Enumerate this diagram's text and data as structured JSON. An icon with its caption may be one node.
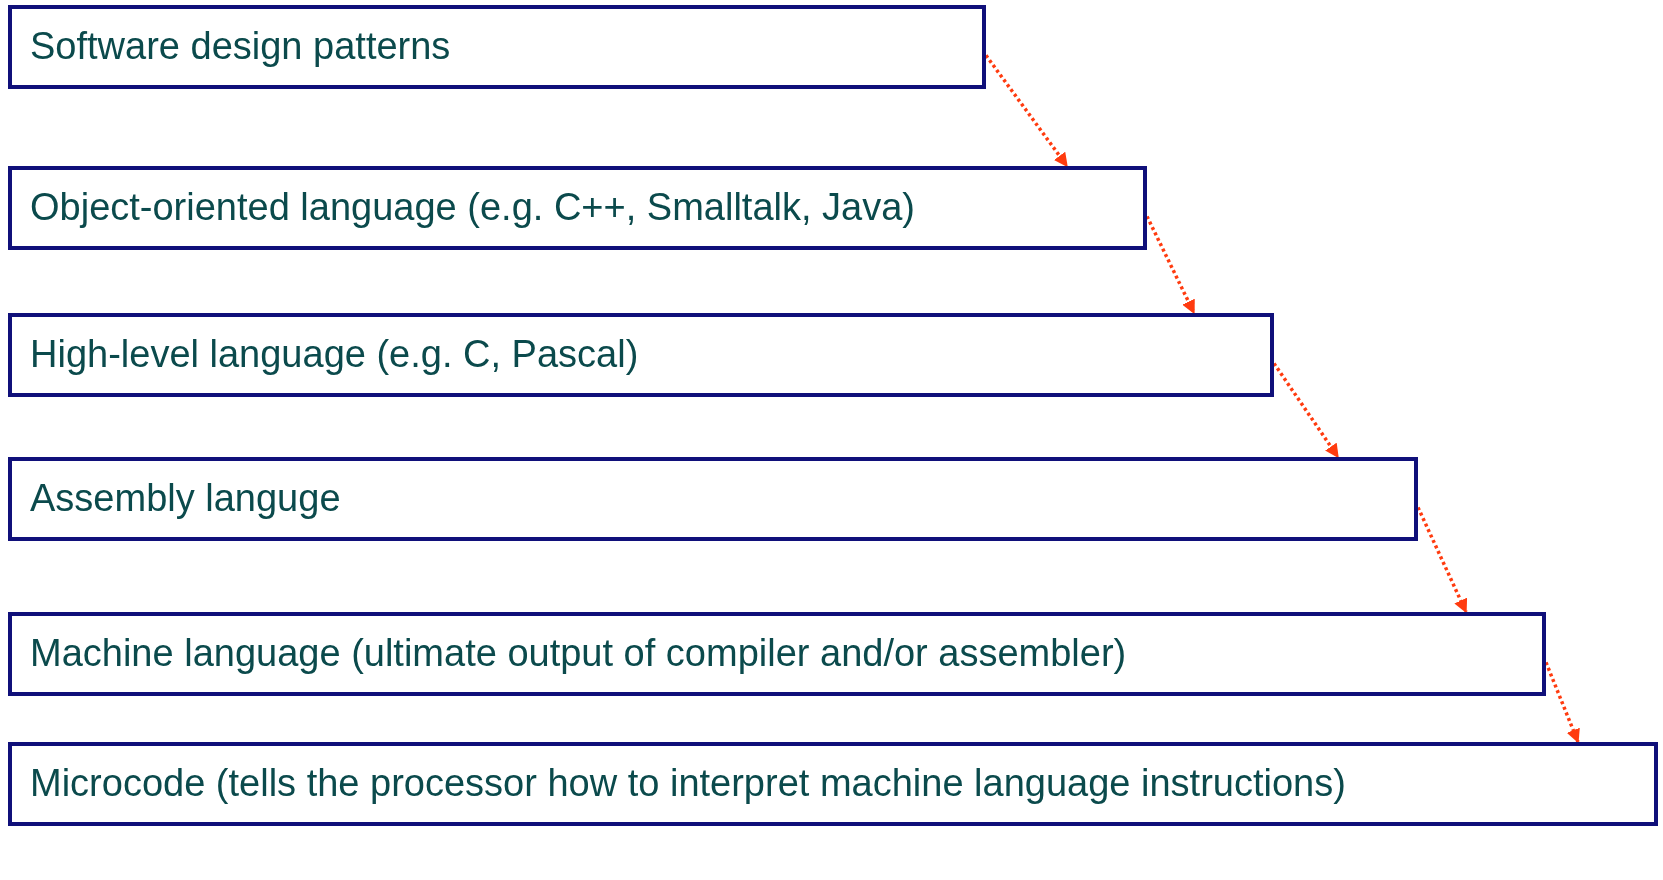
{
  "diagram": {
    "nodes": [
      {
        "text": [
          "Software design patterns"
        ]
      },
      {
        "text": [
          "Object-oriented language (e.g. C++, Smalltalk, Java)"
        ]
      },
      {
        "text": [
          "High-level language (e.g. C, Pascal)"
        ]
      },
      {
        "text": [
          "Assembly languge"
        ]
      },
      {
        "text": [
          "Machine language (ultimate output of compiler and/or assembler)"
        ]
      },
      {
        "text": [
          "Microcode (tells the processor how to interpret machine language instructions)"
        ]
      }
    ],
    "edges": [
      {
        "from": 0,
        "to": 1,
        "arrow": "to"
      },
      {
        "from": 1,
        "to": 2,
        "arrow": "to"
      },
      {
        "from": 2,
        "to": 3,
        "arrow": "to"
      },
      {
        "from": 3,
        "to": 4,
        "arrow": "to"
      },
      {
        "from": 4,
        "to": 5,
        "arrow": "to"
      }
    ]
  }
}
